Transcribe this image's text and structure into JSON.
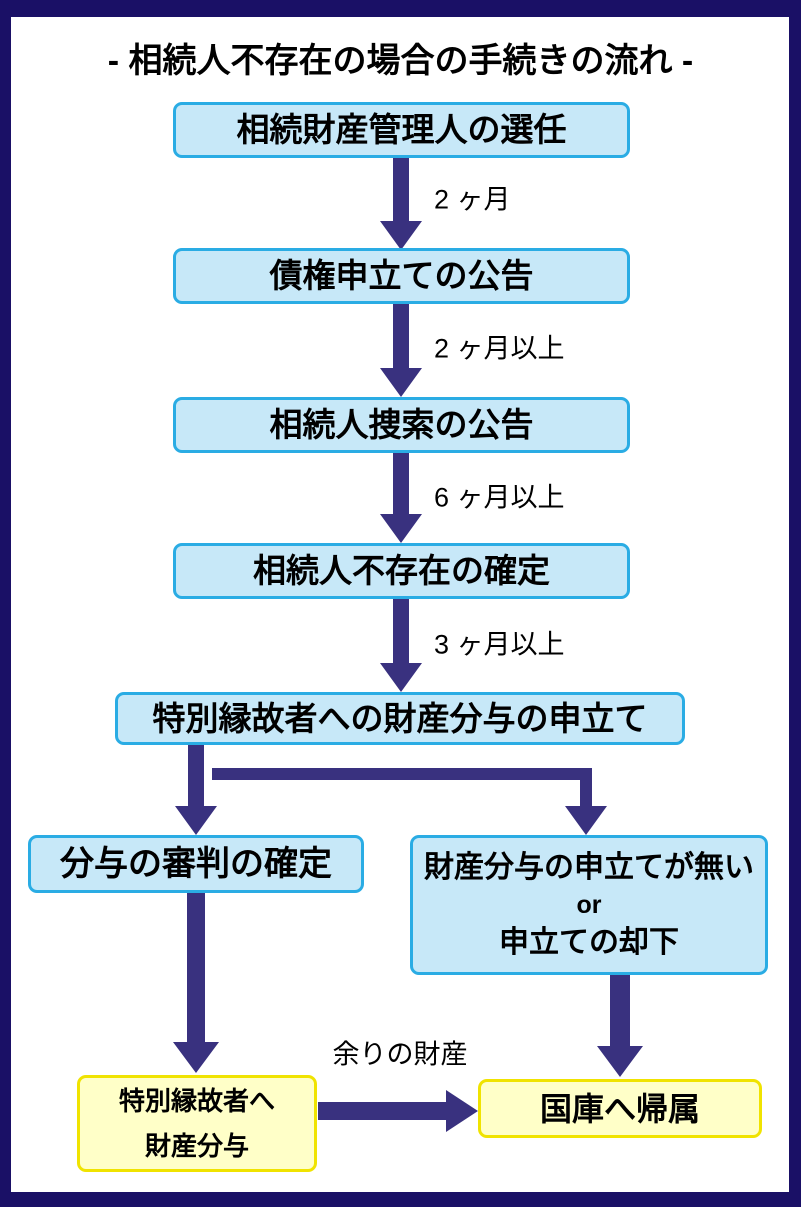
{
  "diagram": {
    "title": "- 相続人不存在の場合の手続きの流れ -",
    "steps": {
      "appoint_administrator": "相続財産管理人の選任",
      "credit_claim_notice": "債権申立ての公告",
      "heir_search_notice": "相続人捜索の公告",
      "no_heir_confirmed": "相続人不存在の確定",
      "special_relative_petition": "特別縁故者への財産分与の申立て",
      "distribution_ruling": "分与の審判の確定",
      "no_petition_line1": "財産分与の申立てが無い",
      "no_petition_line2": "or",
      "no_petition_line3": "申立ての却下",
      "distribute_line1": "特別縁故者へ",
      "distribute_line2": "財産分与",
      "treasury": "国庫へ帰属"
    },
    "edge_labels": {
      "two_months": "2 ヶ月",
      "two_months_plus": "2 ヶ月以上",
      "six_months_plus": "6 ヶ月以上",
      "three_months_plus": "3 ヶ月以上",
      "remaining_assets": "余りの財産"
    },
    "colors": {
      "frame": "#1a1066",
      "arrow": "#39317f",
      "process_fill": "#c7e8f8",
      "process_border": "#2aace4",
      "result_fill": "#ffffc8",
      "result_border": "#f0e300"
    }
  }
}
